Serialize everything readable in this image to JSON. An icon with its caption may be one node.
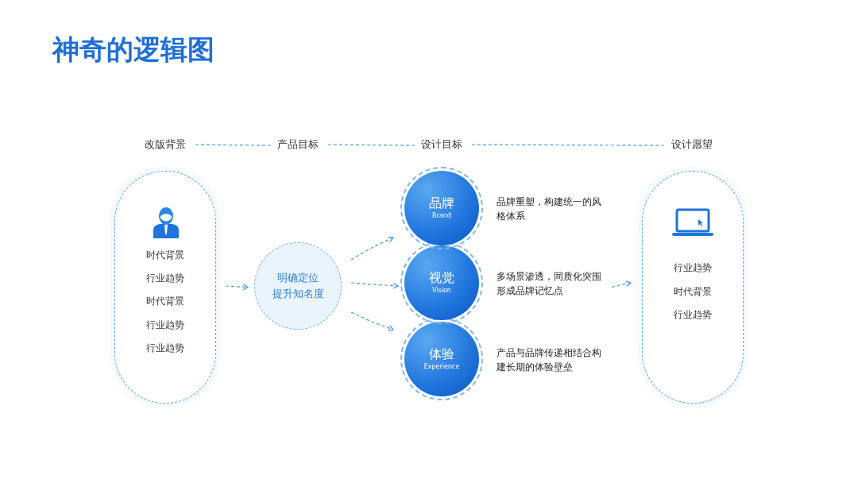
{
  "diagram": {
    "title": "神奇的逻辑图",
    "nodes": [
      {
        "text": [
          "改版背景"
        ]
      },
      {
        "text": [
          "产品目标"
        ]
      },
      {
        "text": [
          "设计目标"
        ]
      },
      {
        "text": [
          "设计愿望"
        ]
      },
      {
        "text": [
          "时代背景",
          "行业趋势",
          "时代背景",
          "行业趋势",
          "行业趋势"
        ]
      },
      {
        "text": [
          "明确定位",
          "提升知名度"
        ]
      },
      {
        "text": [
          "品牌",
          "Brand"
        ],
        "beside": [
          "品牌重塑，构建统一的风格体系"
        ]
      },
      {
        "text": [
          "视觉",
          "Vision"
        ],
        "beside": [
          "多场景渗透，同质化突围形成品牌记忆点"
        ]
      },
      {
        "text": [
          "体验",
          "Experience"
        ],
        "beside": [
          "产品与品牌传递相结合构建长期的体验壁垒"
        ]
      },
      {
        "text": [
          "行业趋势",
          "时代背景",
          "行业趋势"
        ]
      }
    ],
    "edges": [
      {
        "from": 0,
        "to": 1,
        "arrow": "none",
        "style": "dashed"
      },
      {
        "from": 1,
        "to": 2,
        "arrow": "none",
        "style": "dashed"
      },
      {
        "from": 2,
        "to": 3,
        "arrow": "none",
        "style": "dashed"
      },
      {
        "from": 4,
        "to": 5,
        "arrow": "to",
        "style": "dashed"
      },
      {
        "from": 5,
        "to": 6,
        "arrow": "to",
        "style": "dashed"
      },
      {
        "from": 5,
        "to": 7,
        "arrow": "to",
        "style": "dashed"
      },
      {
        "from": 5,
        "to": 8,
        "arrow": "to",
        "style": "dashed"
      },
      {
        "from": 7,
        "to": 9,
        "arrow": "to",
        "style": "dashed"
      }
    ]
  }
}
